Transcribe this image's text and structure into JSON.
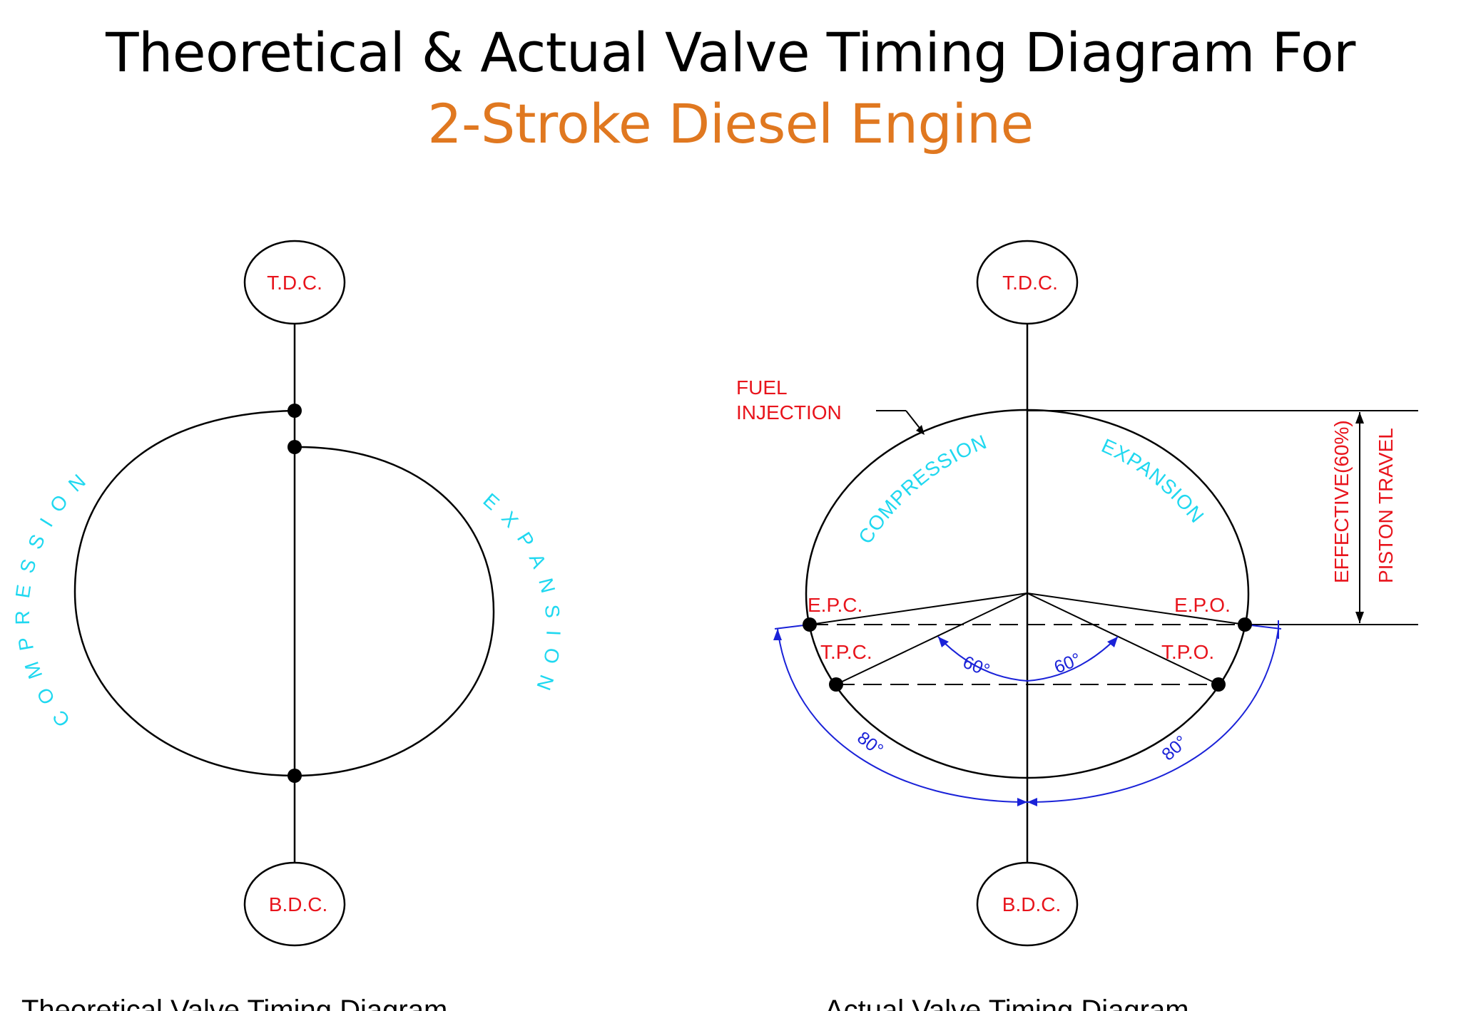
{
  "title": {
    "line1": "Theoretical & Actual Valve Timing Diagram For",
    "line2": "2-Stroke Diesel Engine"
  },
  "colors": {
    "title_accent": "#e07820",
    "label_red": "#e8141c",
    "label_cyan": "#1fd8f0",
    "dimension_blue": "#1a22d8"
  },
  "theoretical": {
    "tdc": "T.D.C.",
    "bdc": "B.D.C.",
    "compression": "COMPRESSION",
    "expansion": "EXPANSION",
    "caption": "Theoretical Valve Timing Diagram"
  },
  "actual": {
    "tdc": "T.D.C.",
    "bdc": "B.D.C.",
    "fuel_line1": "FUEL",
    "fuel_line2": "INJECTION",
    "compression": "COMPRESSION",
    "expansion": "EXPANSION",
    "epc": "E.P.C.",
    "epo": "E.P.O.",
    "tpc": "T.P.C.",
    "tpo": "T.P.O.",
    "angle_left_60": "60°",
    "angle_right_60": "60°",
    "angle_left_80": "80°",
    "angle_right_80": "80°",
    "effective": "EFFECTIVE(60%)",
    "piston_travel": "PISTON TRAVEL",
    "caption": "Actual Valve Timing Diagram"
  }
}
